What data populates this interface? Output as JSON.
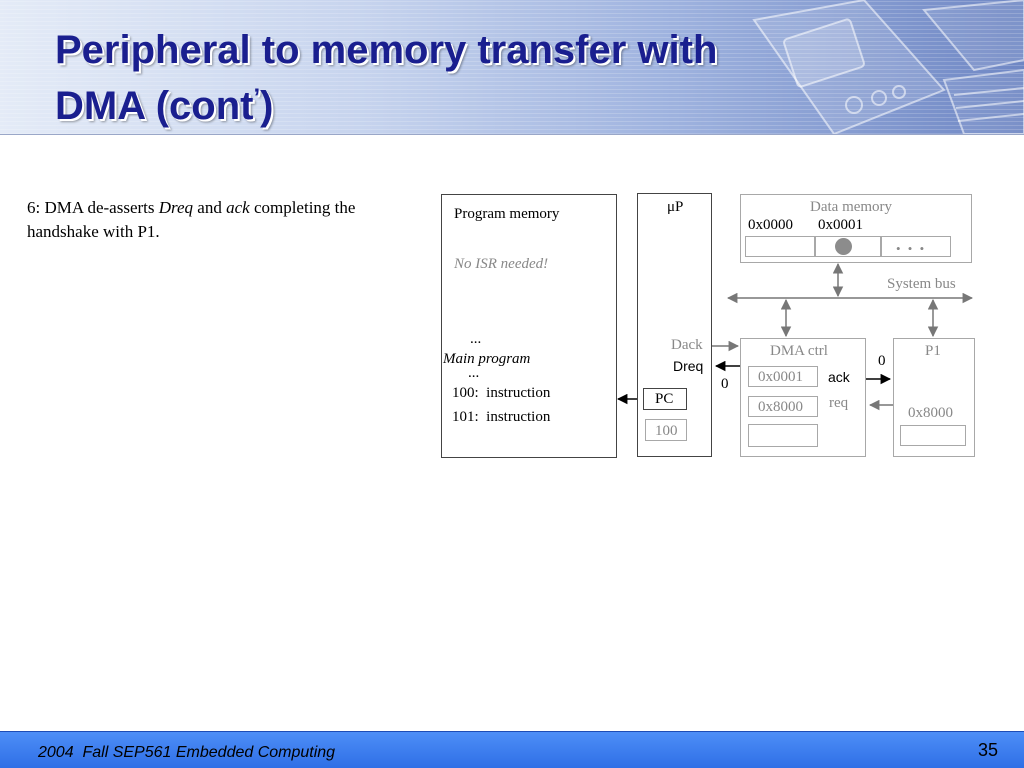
{
  "slide": {
    "title_line1": "Peripheral to memory transfer with",
    "title_line2": "DMA (cont",
    "title_sup": "’",
    "title_close": ")"
  },
  "body": {
    "step": "6: DMA de-asserts ",
    "dreq": "Dreq",
    "and": " and ",
    "ack": "ack",
    "rest": " completing the handshake with P1."
  },
  "diagram": {
    "program_memory": {
      "label": "Program memory",
      "note": "No ISR needed!",
      "dots_top": "...",
      "main_program": "Main program",
      "dots_bottom": "...",
      "line1": "100:  instruction",
      "line2": "101:  instruction"
    },
    "microprocessor": {
      "label": "μP",
      "dack": "Dack",
      "dreq": "Dreq",
      "dreq_value": "0",
      "pc_label": "PC",
      "pc_value": "100"
    },
    "data_memory": {
      "label": "Data memory",
      "addr0": "0x0000",
      "addr1": "0x0001",
      "ellipsis": "• • •"
    },
    "system_bus": "System bus",
    "dma_ctrl": {
      "label": "DMA ctrl",
      "reg1": "0x0001",
      "reg2": "0x8000",
      "ack": "ack",
      "req": "req",
      "ack_value": "0"
    },
    "p1": {
      "label": "P1",
      "reg": "0x8000"
    }
  },
  "footer": {
    "course": "2004  Fall SEP561 Embedded Computing",
    "page": "35"
  }
}
